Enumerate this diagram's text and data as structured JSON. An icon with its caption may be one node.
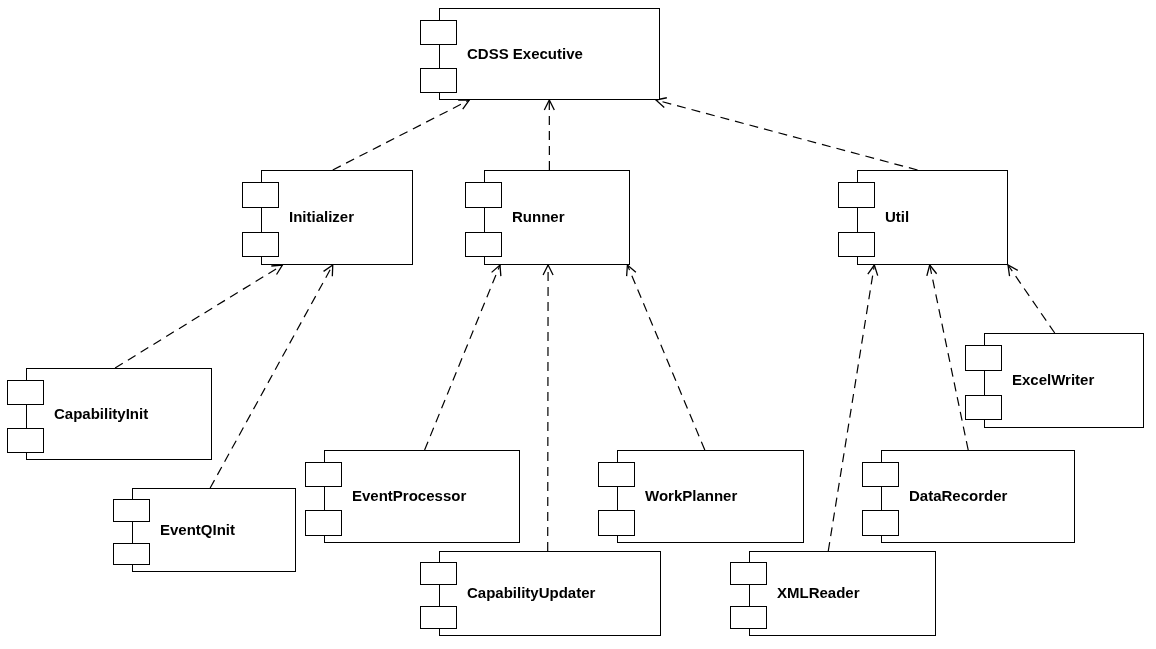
{
  "diagram": {
    "nodes": [
      {
        "text": [
          "CDSS Executive"
        ]
      },
      {
        "text": [
          "Initializer"
        ]
      },
      {
        "text": [
          "Runner"
        ]
      },
      {
        "text": [
          "Util"
        ]
      },
      {
        "text": [
          "CapabilityInit"
        ]
      },
      {
        "text": [
          "EventQInit"
        ]
      },
      {
        "text": [
          "EventProcessor"
        ]
      },
      {
        "text": [
          "WorkPlanner"
        ]
      },
      {
        "text": [
          "CapabilityUpdater"
        ]
      },
      {
        "text": [
          "XMLReader"
        ]
      },
      {
        "text": [
          "DataRecorder"
        ]
      },
      {
        "text": [
          "ExcelWriter"
        ]
      }
    ],
    "edges": [
      {
        "from": 1,
        "to": 0,
        "arrow": "to",
        "style": "dashed"
      },
      {
        "from": 2,
        "to": 0,
        "arrow": "to",
        "style": "dashed"
      },
      {
        "from": 3,
        "to": 0,
        "arrow": "to",
        "style": "dashed"
      },
      {
        "from": 4,
        "to": 1,
        "arrow": "to",
        "style": "dashed"
      },
      {
        "from": 5,
        "to": 1,
        "arrow": "to",
        "style": "dashed"
      },
      {
        "from": 6,
        "to": 2,
        "arrow": "to",
        "style": "dashed"
      },
      {
        "from": 8,
        "to": 2,
        "arrow": "to",
        "style": "dashed"
      },
      {
        "from": 7,
        "to": 2,
        "arrow": "to",
        "style": "dashed"
      },
      {
        "from": 9,
        "to": 3,
        "arrow": "to",
        "style": "dashed"
      },
      {
        "from": 10,
        "to": 3,
        "arrow": "to",
        "style": "dashed"
      },
      {
        "from": 11,
        "to": 3,
        "arrow": "to",
        "style": "dashed"
      }
    ]
  }
}
